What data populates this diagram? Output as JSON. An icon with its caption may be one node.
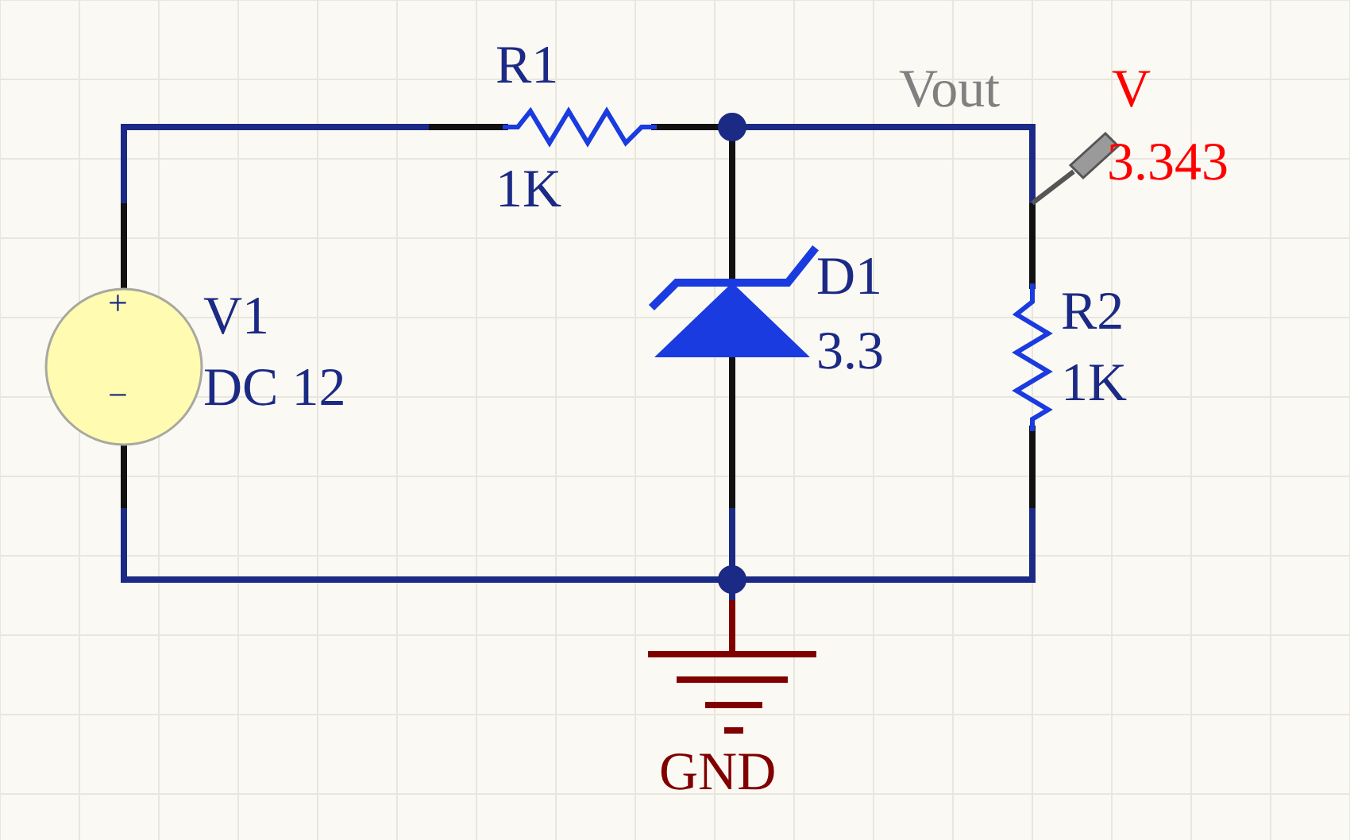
{
  "diagram": {
    "labels": [
      "R1",
      "Vout",
      "V",
      "1K",
      "3.343",
      "D1",
      "V1",
      "+",
      "R2",
      "3.3",
      "DC 12",
      "1K",
      "−",
      "GND"
    ]
  }
}
